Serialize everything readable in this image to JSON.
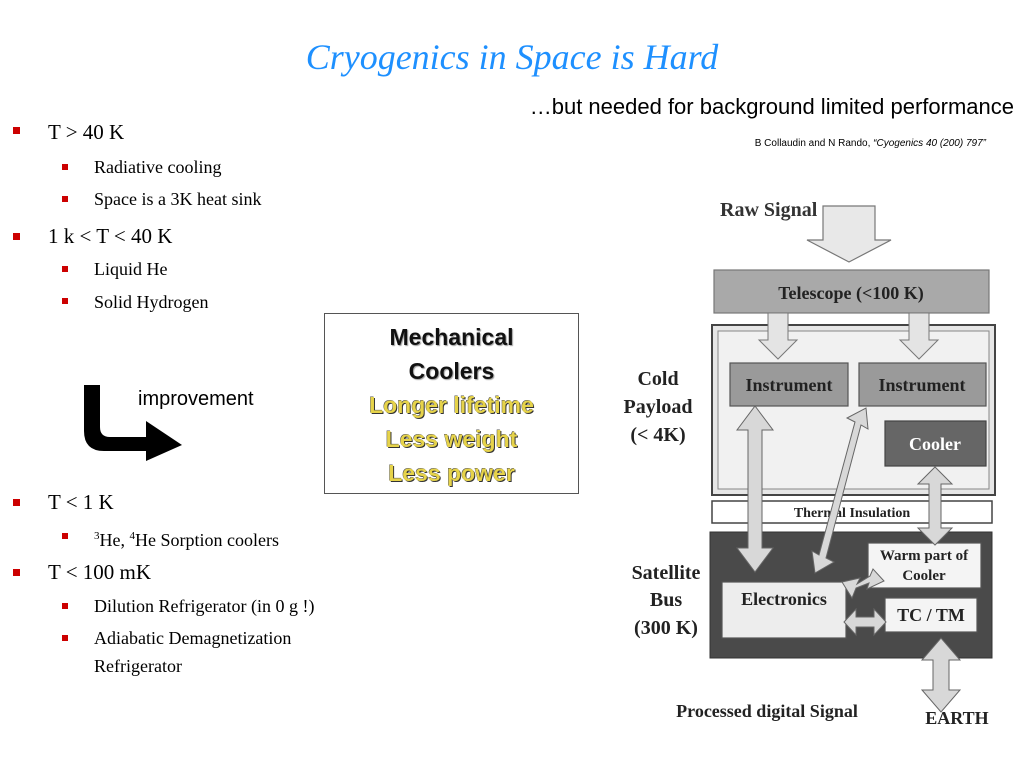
{
  "slide": {
    "title": "Cryogenics in Space is Hard",
    "subtitle": "…but needed for background limited performance",
    "citation_authors": "B Collaudin and N Rando, ",
    "citation_ref": "“Cyogenics 40 (200) 797”"
  },
  "bullets": [
    {
      "label": "T > 40 K",
      "sub": [
        "Radiative cooling",
        "Space is a 3K heat sink"
      ]
    },
    {
      "label": "1 k < T < 40 K",
      "sub": [
        "Liquid He",
        "Solid Hydrogen"
      ]
    },
    {
      "label": "T < 1 K",
      "sub_sup": {
        "sup1": "3",
        "mid": "He, ",
        "sup2": "4",
        "rest": "He Sorption coolers"
      }
    },
    {
      "label": "T < 100 mK",
      "sub": [
        "Dilution Refrigerator (in 0 g !)",
        "Adiabatic Demagnetization",
        "Refrigerator"
      ]
    }
  ],
  "improvement": {
    "label": "improvement"
  },
  "mech_box": {
    "line1": "Mechanical",
    "line2": "Coolers",
    "line3": "Longer lifetime",
    "line4": "Less weight",
    "line5": "Less power"
  },
  "diagram": {
    "raw_signal": "Raw Signal",
    "telescope": "Telescope (<100 K)",
    "cold1": "Cold",
    "cold2": "Payload",
    "cold3": "(< 4K)",
    "instrument_left": "Instrument",
    "instrument_right": "Instrument",
    "cooler": "Cooler",
    "thermal": "Thermal Insulation",
    "sat1": "Satellite",
    "sat2": "Bus",
    "sat3": "(300 K)",
    "warm1": "Warm part of",
    "warm2": "Cooler",
    "electronics": "Electronics",
    "tctm": "TC / TM",
    "processed": "Processed digital Signal",
    "earth": "EARTH"
  }
}
